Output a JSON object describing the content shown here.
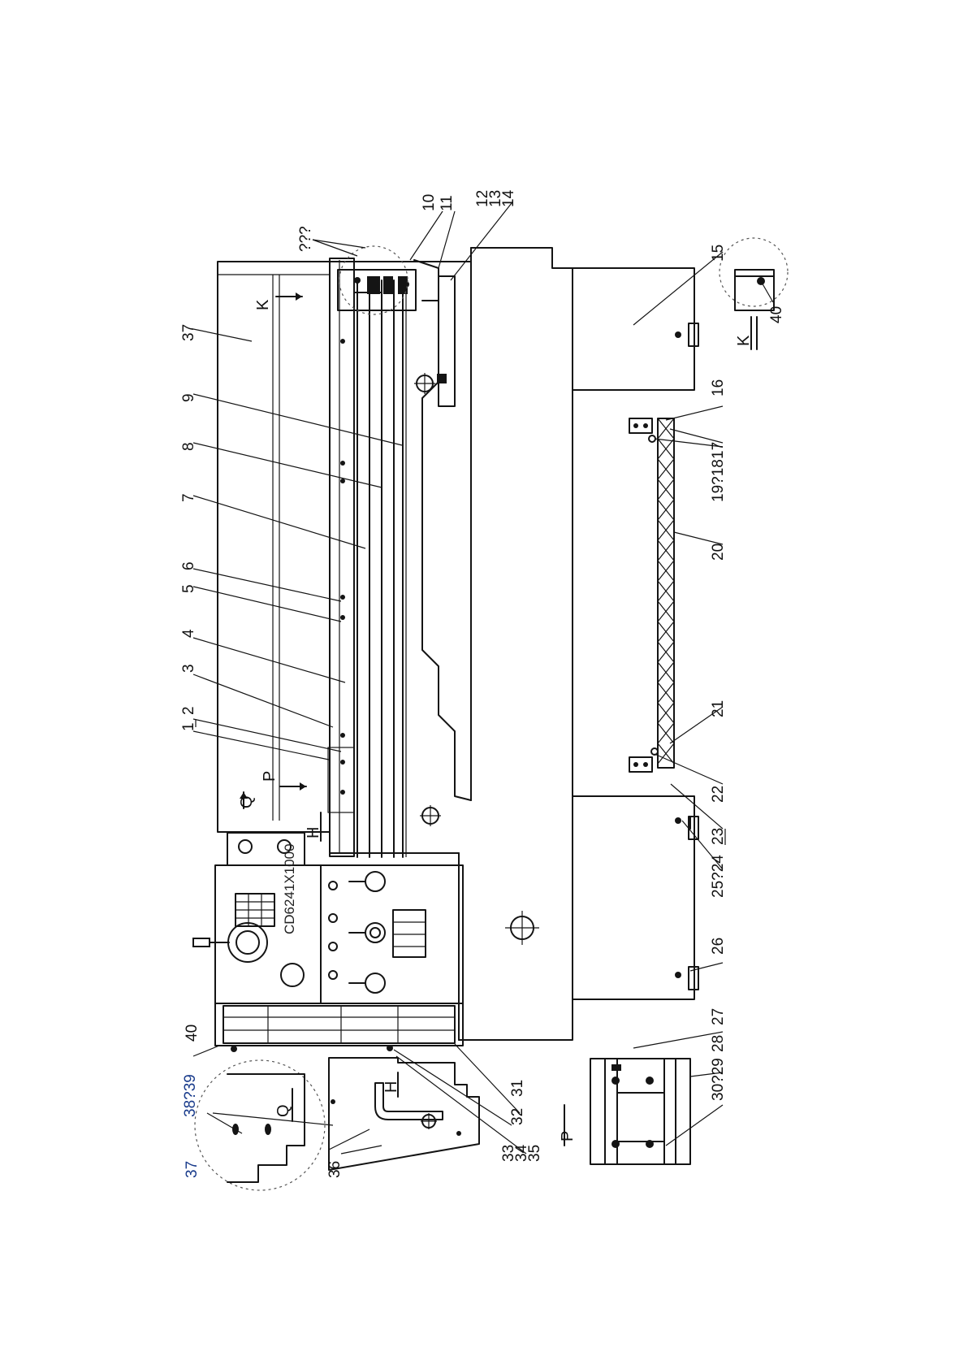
{
  "drawing": {
    "model": "CD6241X1000",
    "parts": {
      "p1": "1",
      "p2": "2",
      "p3": "3",
      "p4": "4",
      "p5": "5",
      "p6": "6",
      "p7": "7",
      "p8": "8",
      "p9": "9",
      "p10": "10",
      "p11": "11",
      "p12": "12",
      "p13": "13",
      "p14": "14",
      "p15": "15",
      "p16": "16",
      "p17": "17",
      "p19_18": "19?18",
      "p20": "20",
      "p21": "21",
      "p22": "22",
      "p23": "23",
      "p25_24": "25?24",
      "p26": "26",
      "p27": "27",
      "p28": "28",
      "p30_29": "30?29",
      "p31": "31",
      "p32": "32",
      "p33": "33",
      "p34": "34",
      "p35": "35",
      "p36": "36",
      "p37_top": "37",
      "p37_detail": "37",
      "p38_39": "38?39",
      "p40_top": "40",
      "p40_detail": "40",
      "unknown": "???"
    },
    "views": {
      "K_arrow": "K",
      "K_detail": "K",
      "P_arrow": "P",
      "P_detail": "P",
      "Q_arrow": "Q",
      "Q_detail": "Q",
      "H_arrow": "H",
      "H_detail": "H"
    },
    "colors": {
      "ink": "#141414",
      "blue_labels": "#1a3c8c"
    }
  }
}
